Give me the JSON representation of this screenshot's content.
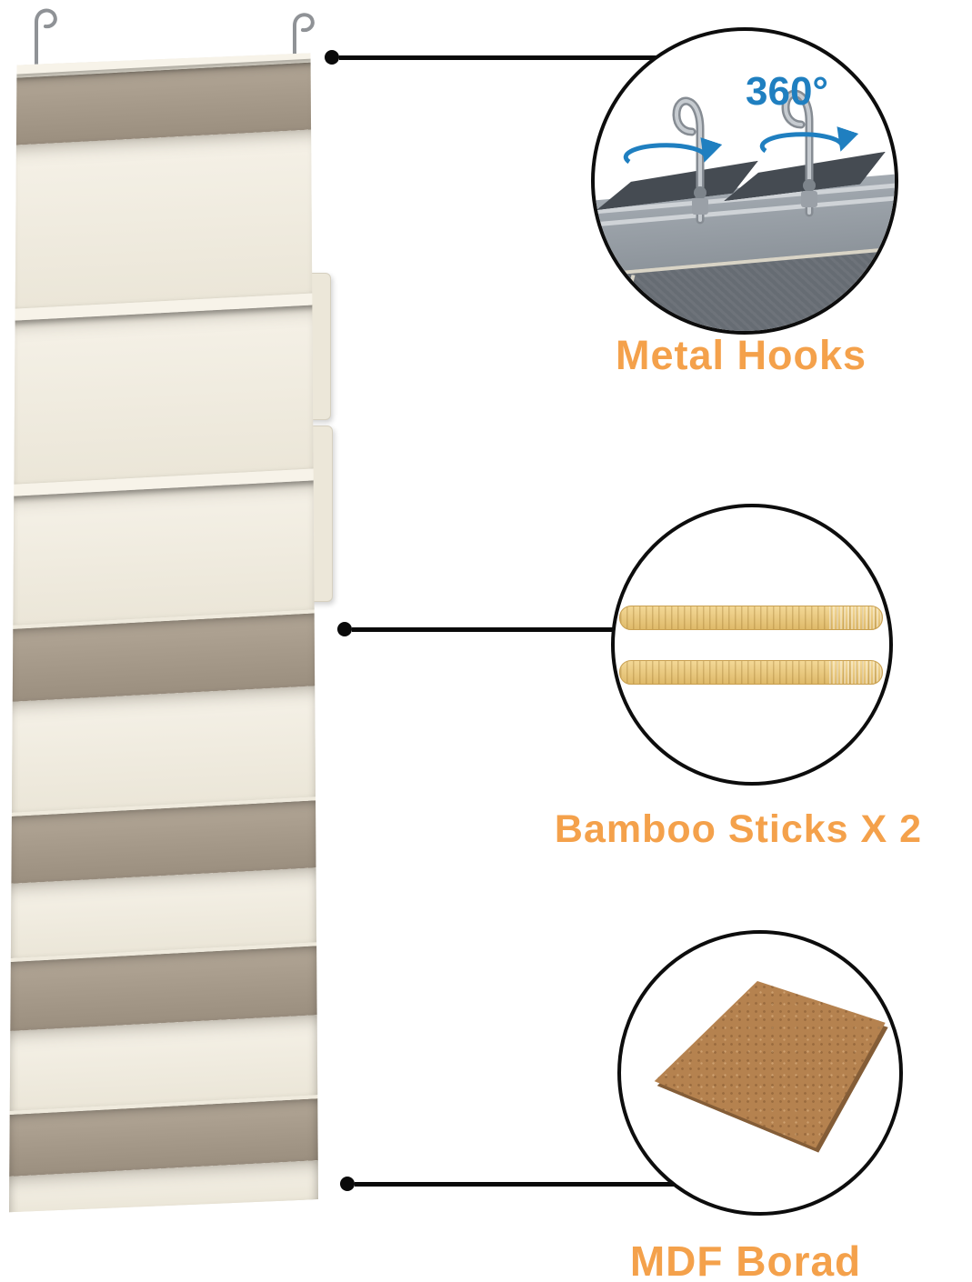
{
  "organizer": {
    "icon": "hanging-closet-organizer-photo",
    "compartments": 6
  },
  "callouts": [
    {
      "id": "metal-hooks",
      "label": "Metal Hooks",
      "annotation": "360°",
      "icon": "swivel-hooks-photo"
    },
    {
      "id": "bamboo-sticks",
      "label": "Bamboo Sticks X 2",
      "icon": "bamboo-sticks-illustration"
    },
    {
      "id": "mdf-board",
      "label": "MDF Borad",
      "icon": "mdf-board-illustration"
    }
  ],
  "colors": {
    "label_orange": "#f4a14b",
    "rotation_blue": "#1f7fc0",
    "fabric_cream": "#f2eee3",
    "fabric_taupe": "#a89c8c",
    "bamboo_tan": "#ecca80",
    "mdf_brown": "#b5824f",
    "line_black": "#0a0a0a"
  }
}
